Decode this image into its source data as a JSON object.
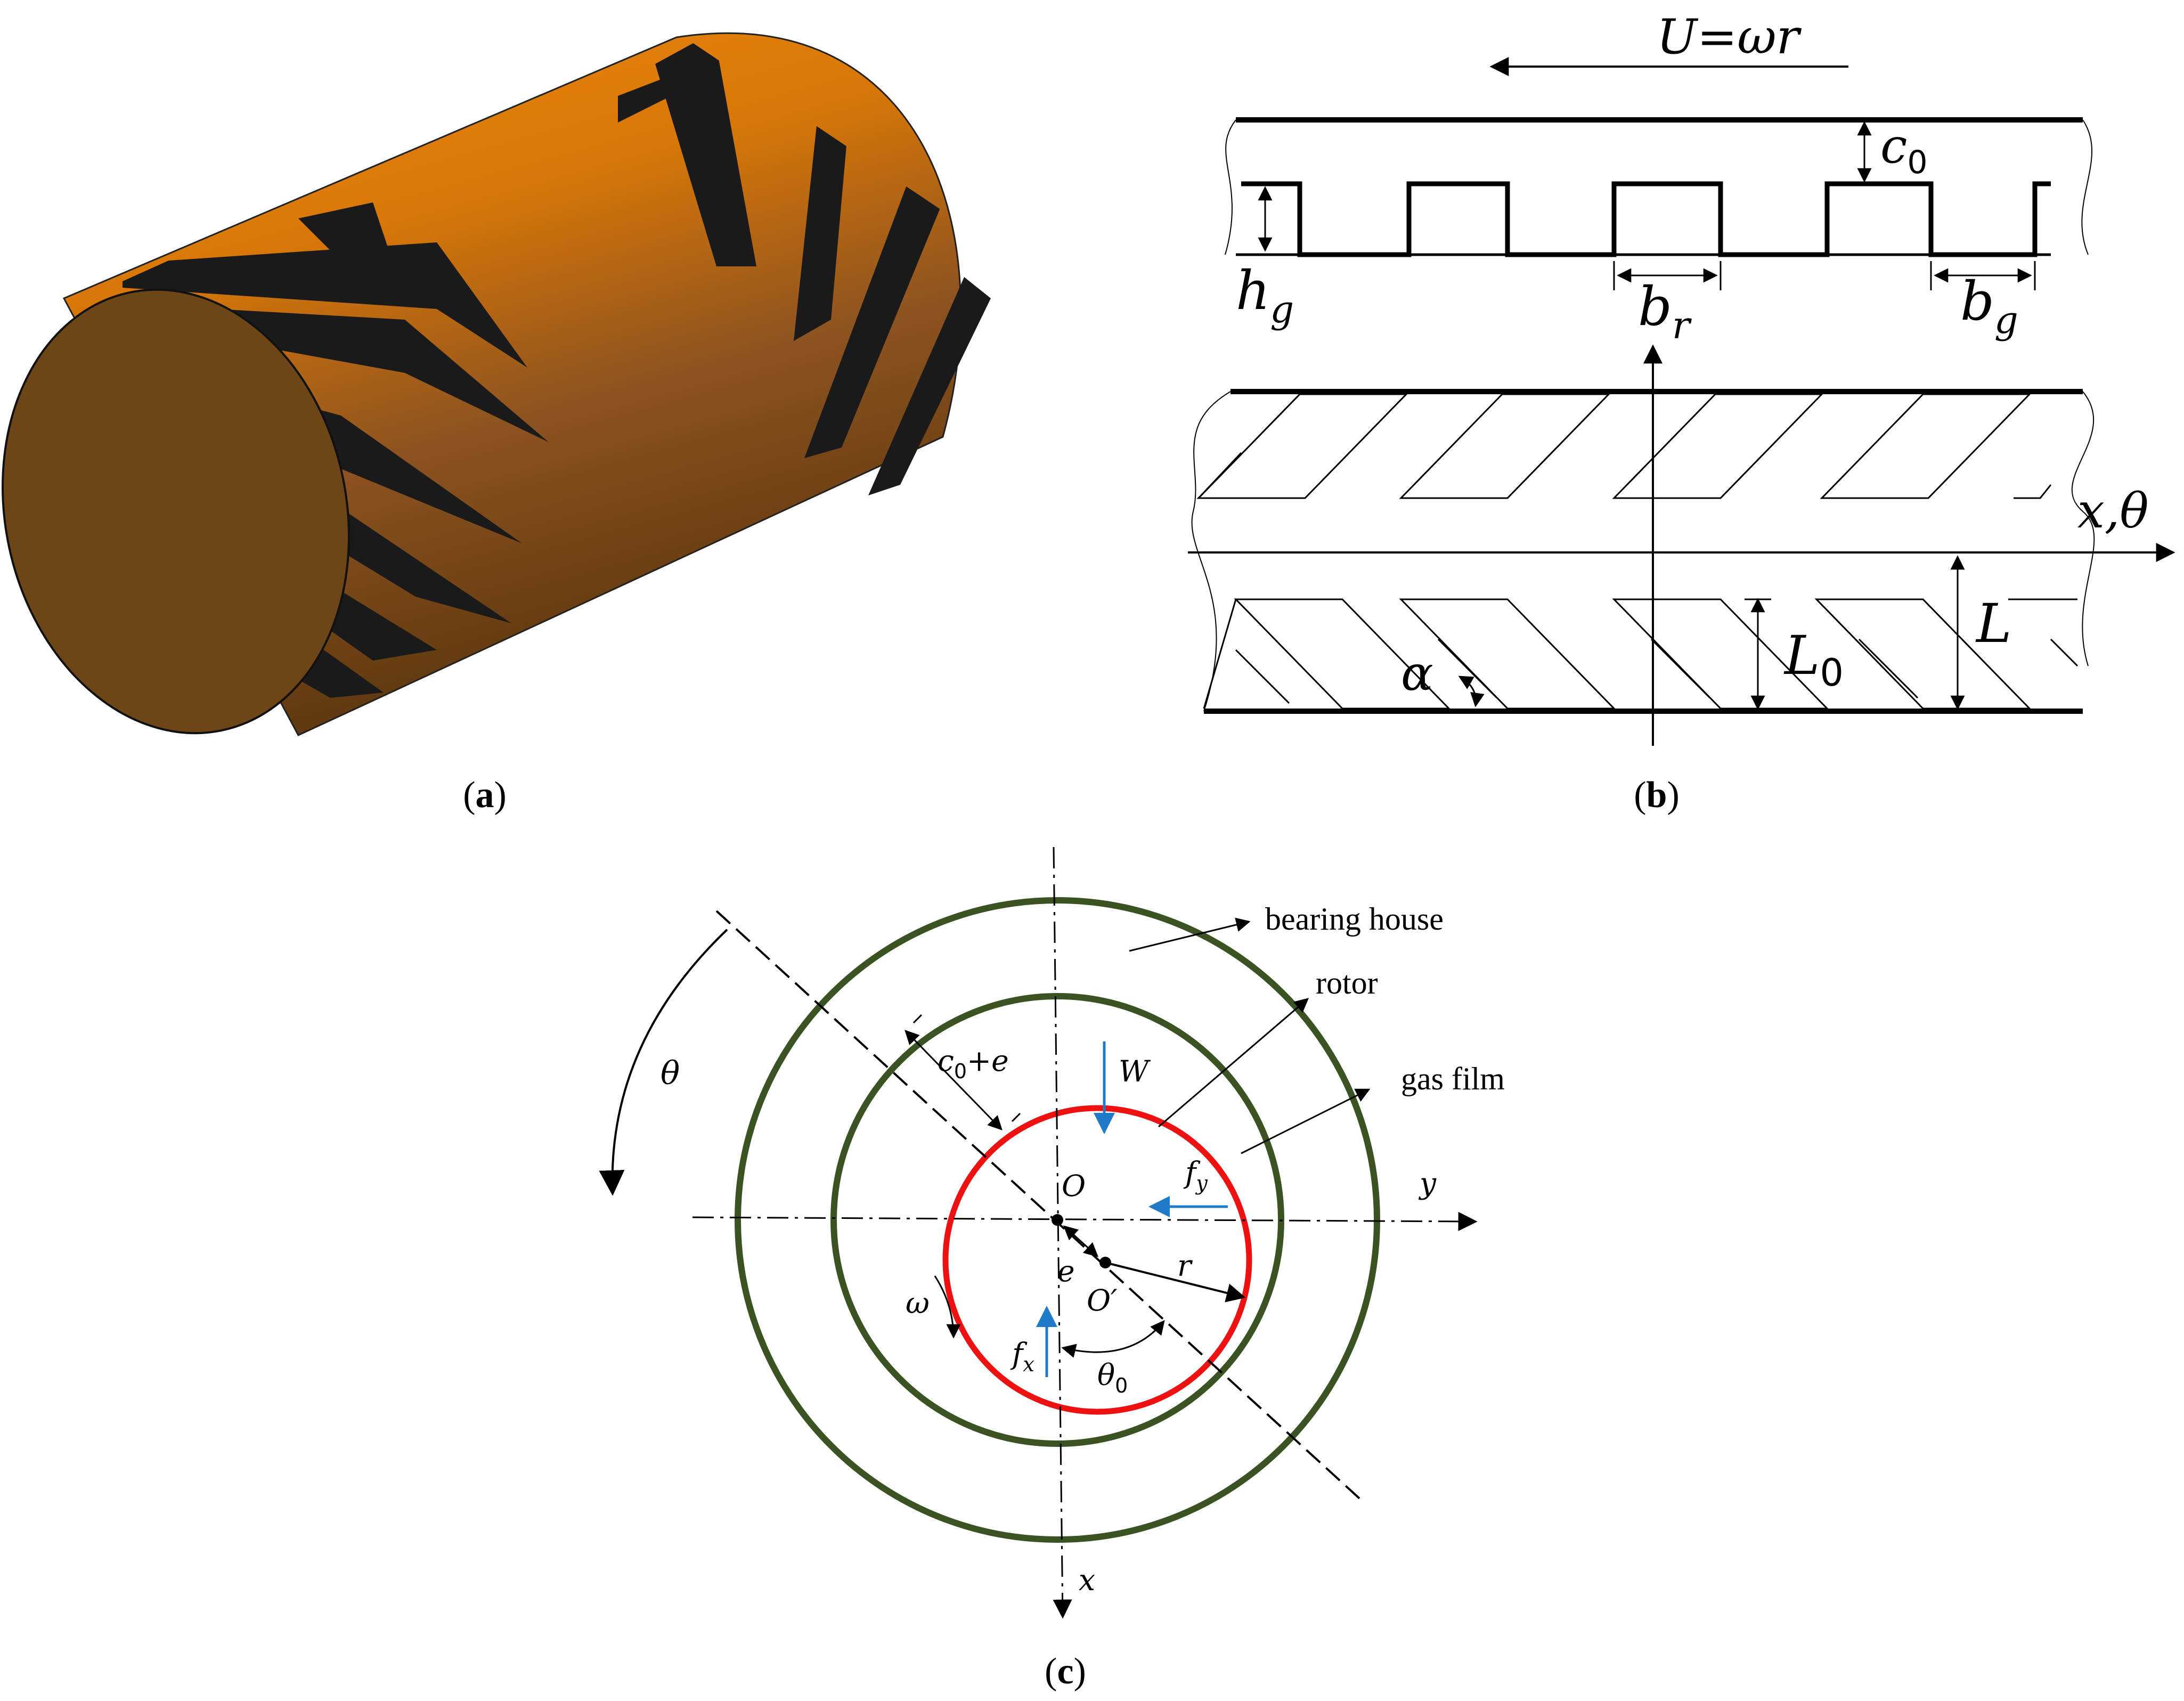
{
  "panels": {
    "a": {
      "caption_open": "(",
      "caption_letter": "a",
      "caption_close": ")"
    },
    "b": {
      "caption_open": "(",
      "caption_letter": "b",
      "caption_close": ")",
      "speed_label": "U=ωr",
      "c0": {
        "main": "c",
        "sub": "0"
      },
      "hg": {
        "main": "h",
        "sub": "g"
      },
      "br": {
        "main": "b",
        "sub": "r"
      },
      "bg": {
        "main": "b",
        "sub": "g"
      },
      "axis_label": "x,θ",
      "L0": {
        "main": "L",
        "sub": "0"
      },
      "L": "L",
      "alpha": "α"
    },
    "c": {
      "caption_open": "(",
      "caption_letter": "c",
      "caption_close": ")",
      "bearing_house": "bearing house",
      "rotor": "rotor",
      "gas_film": "gas film",
      "theta": "θ",
      "c0e": {
        "main": "c",
        "sub": "0",
        "rest": "+e"
      },
      "W": "W",
      "fy": {
        "main": "f",
        "sub": "y"
      },
      "y": "y",
      "O": "O",
      "e": "e",
      "Oprime": "O′",
      "r": "r",
      "omega": "ω",
      "fx": {
        "main": "f",
        "sub": "x"
      },
      "theta0": {
        "main": "θ",
        "sub": "0"
      },
      "x": "x"
    }
  },
  "colors": {
    "rotor_orange": "#d97706",
    "rotor_face": "#6e4516",
    "groove": "#1a1a1a",
    "housing_green": "#3b5323",
    "rotor_red": "#ee1111",
    "force_blue": "#1f7ac9"
  }
}
